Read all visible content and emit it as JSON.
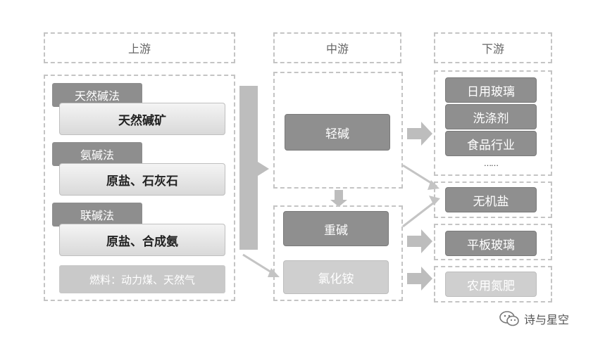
{
  "upstream": {
    "title": "上游",
    "methods": [
      {
        "label": "天然碱法",
        "material": "天然碱矿"
      },
      {
        "label": "氨碱法",
        "material": "原盐、石灰石"
      },
      {
        "label": "联碱法",
        "material": "原盐、合成氨"
      }
    ],
    "fuel": "燃料：动力煤、天然气"
  },
  "midstream": {
    "title": "中游",
    "items": [
      "轻碱",
      "重碱",
      "氯化铵"
    ]
  },
  "downstream": {
    "title": "下游",
    "group1": [
      "日用玻璃",
      "洗涤剂",
      "食品行业"
    ],
    "ellipsis": "……",
    "items": [
      "无机盐",
      "平板玻璃",
      "农用氮肥"
    ]
  },
  "watermark": {
    "text": "诗与星空",
    "icon": "wechat-icon"
  },
  "colors": {
    "dark_box": "#8f8f8f",
    "light_box": "#cfcfcf",
    "dash": "#c4c4c4",
    "arrow": "#bdbdbd"
  }
}
